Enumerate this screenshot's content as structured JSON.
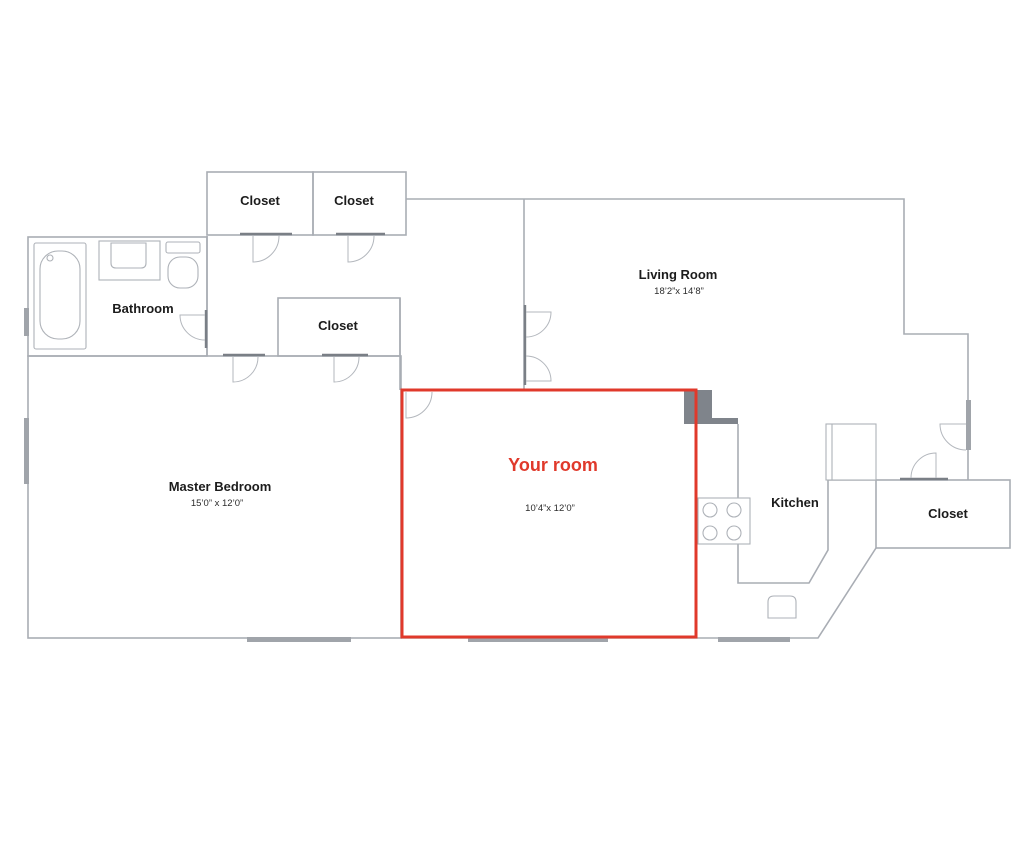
{
  "rooms": {
    "closet_top_left": "Closet",
    "closet_top_right": "Closet",
    "bathroom": "Bathroom",
    "closet_middle": "Closet",
    "living_room": {
      "name": "Living Room",
      "size": "18’2”x 14’8”"
    },
    "your_room": {
      "name": "Your room",
      "size": "10’4”x 12’0”"
    },
    "master_bedroom": {
      "name": "Master Bedroom",
      "size": "15’0” x 12’0”"
    },
    "kitchen": "Kitchen",
    "closet_right": "Closet"
  },
  "colors": {
    "highlight": "#e0392b",
    "wall": "#a9adb4",
    "text": "#1c1c1c"
  }
}
